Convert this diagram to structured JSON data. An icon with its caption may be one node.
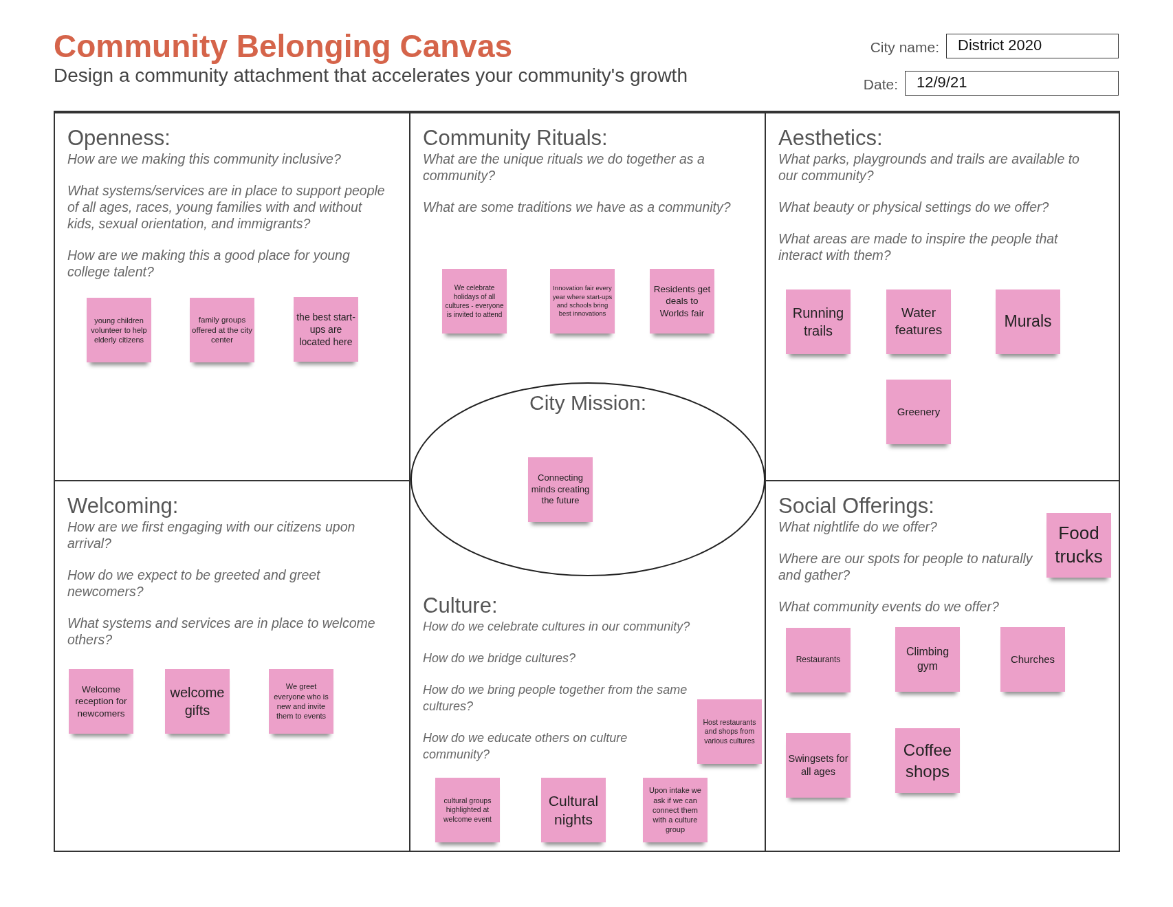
{
  "diagram": {
    "title": "Community Belonging Canvas",
    "nodes": [
      {
        "text": [
          "District 2020"
        ],
        "beside": [
          "City name:"
        ]
      },
      {
        "text": [
          "12/9/21"
        ],
        "beside": [
          "Date:"
        ]
      },
      {
        "text": [
          "Openness:",
          "How are we making this community inclusive?",
          "What systems/services are in place to support people of all ages, races, young families with and without kids, sexual orientation, and immigrants?",
          "How are we making this a good place for young college talent?"
        ]
      },
      {
        "text": [
          "young children volunteer to help elderly citizens"
        ],
        "in": 2
      },
      {
        "text": [
          "family groups offered at the city center"
        ],
        "in": 2
      },
      {
        "text": [
          "the best start-ups are located here"
        ],
        "in": 2
      },
      {
        "text": [
          "Community Rituals:",
          "What are the unique rituals we do together as a community?",
          "What are some traditions we have as a community?"
        ]
      },
      {
        "text": [
          "We celebrate holidays of all cultures - everyone is invited to attend"
        ],
        "in": 6
      },
      {
        "text": [
          "Innovation fair every year where start-ups and schools bring best innovations"
        ],
        "in": 6
      },
      {
        "text": [
          "Residents get deals to Worlds fair"
        ],
        "in": 6
      },
      {
        "text": [
          "Aesthetics:",
          "What parks, playgrounds and trails are available to our community?",
          "What beauty or physical settings do we offer?",
          "What areas are made to inspire the people that interact with them?"
        ]
      },
      {
        "text": [
          "Running trails"
        ],
        "in": 10
      },
      {
        "text": [
          "Water features"
        ],
        "in": 10
      },
      {
        "text": [
          "Murals"
        ],
        "in": 10
      },
      {
        "text": [
          "Greenery"
        ],
        "in": 10
      },
      {
        "text": [
          "City Mission:"
        ]
      },
      {
        "text": [
          "Connecting minds creating the future"
        ],
        "in": 15
      },
      {
        "text": [
          "Welcoming:",
          "How are we first engaging with our citizens upon arrival?",
          "How do we expect to be greeted and greet newcomers?",
          "What systems and services are in place to welcome others?"
        ]
      },
      {
        "text": [
          "Welcome reception for newcomers"
        ],
        "in": 17
      },
      {
        "text": [
          "welcome gifts"
        ],
        "in": 17
      },
      {
        "text": [
          "We greet everyone who is new and invite them to events"
        ],
        "in": 17
      },
      {
        "text": [
          "Culture:",
          "How do we celebrate cultures in our community?",
          "How do we bridge cultures?",
          "How do we bring people together from the same cultures?",
          "How do we educate others on culture community?"
        ]
      },
      {
        "text": [
          "Host restaurants and shops from various cultures"
        ],
        "in": 21
      },
      {
        "text": [
          "cultural groups highlighted at welcome event"
        ],
        "in": 21
      },
      {
        "text": [
          "Cultural nights"
        ],
        "in": 21
      },
      {
        "text": [
          "Upon intake we ask if we can connect them with a culture group"
        ],
        "in": 21
      },
      {
        "text": [
          "Social Offerings:",
          "What nightlife do we offer?",
          "Where are our spots for people to naturally and gather?",
          "What community events do we offer?"
        ]
      },
      {
        "text": [
          "Food trucks"
        ],
        "in": 26
      },
      {
        "text": [
          "Restaurants"
        ],
        "in": 26
      },
      {
        "text": [
          "Climbing gym"
        ],
        "in": 26
      },
      {
        "text": [
          "Churches"
        ],
        "in": 26
      },
      {
        "text": [
          "Swingsets for all ages"
        ],
        "in": 26
      },
      {
        "text": [
          "Coffee shops"
        ],
        "in": 26
      }
    ],
    "edges": [],
    "labels": [
      "Design a community attachment that accelerates your community's growth"
    ]
  }
}
